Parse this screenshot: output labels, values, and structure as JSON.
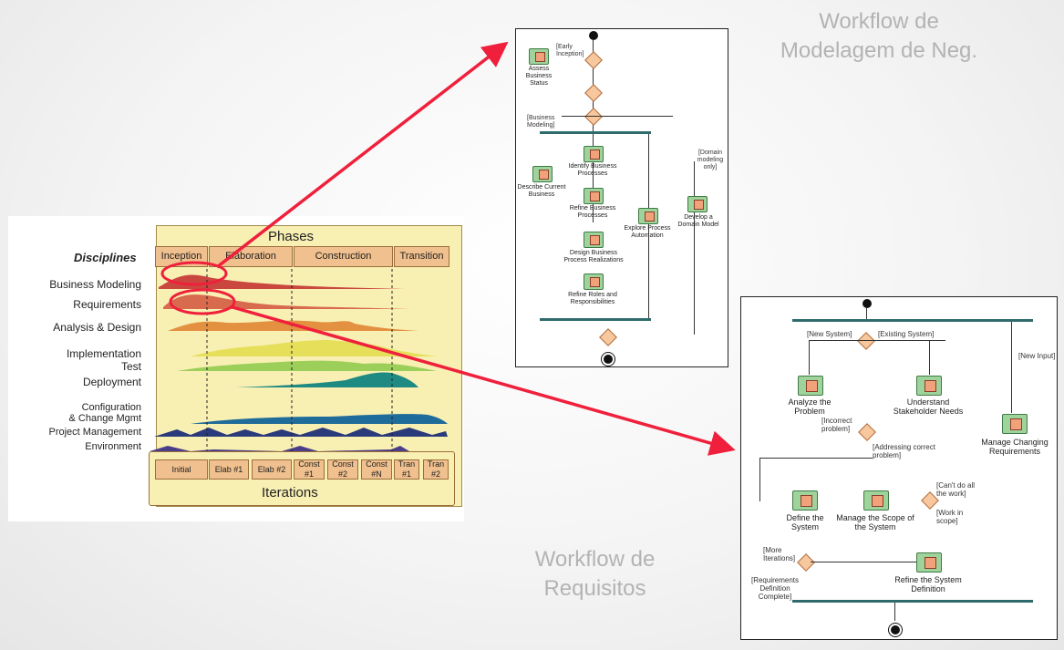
{
  "titles": {
    "business_modeling": [
      "Workflow de",
      "Modelagem de Neg."
    ],
    "requirements": [
      "Workflow de",
      "Requisitos"
    ]
  },
  "rup": {
    "phases_title": "Phases",
    "disciplines_header": "Disciplines",
    "phases": [
      "Inception",
      "Elaboration",
      "Construction",
      "Transition"
    ],
    "disciplines": [
      "Business Modeling",
      "Requirements",
      "Analysis & Design",
      "Implementation",
      "Test",
      "Deployment",
      "Configuration",
      "& Change Mgmt",
      "Project Management",
      "Environment"
    ],
    "iterations_title": "Iterations",
    "iterations": [
      [
        "Initial"
      ],
      [
        "Elab #1"
      ],
      [
        "Elab #2"
      ],
      [
        "Const",
        "#1"
      ],
      [
        "Const",
        "#2"
      ],
      [
        "Const",
        "#N"
      ],
      [
        "Tran",
        "#1"
      ],
      [
        "Tran",
        "#2"
      ]
    ]
  },
  "bm_workflow": {
    "guards": {
      "early_inception": "[Early Inception]",
      "business_modeling": "[Business Modeling]",
      "domain_modeling": "[Domain modeling only]"
    },
    "activities": {
      "assess": "Assess Business Status",
      "describe": "Describe Current Business",
      "identify": "Identify Business Processes",
      "refine_processes": "Refine Business Processes",
      "design": "Design Business Process Realizations",
      "refine_roles": "Refine Roles and Responsibilities",
      "explore": "Explore Process Automation",
      "develop": "Develop a Domain Model"
    }
  },
  "req_workflow": {
    "guards": {
      "new_system": "[New System]",
      "existing_system": "[Existing System]",
      "new_input": "[New Input]",
      "incorrect": "[Incorrect problem]",
      "addressing": "[Addressing correct problem]",
      "cant_do": "[Can't do all the work]",
      "work_in_scope": "[Work in scope]",
      "more_iterations": "[More Iterations]",
      "complete": "[Requirements Definition Complete]"
    },
    "activities": {
      "analyze": "Analyze the Problem",
      "understand": "Understand Stakeholder Needs",
      "manage_changing": "Manage Changing Requirements",
      "define": "Define the System",
      "manage_scope": "Manage the Scope of the System",
      "refine": "Refine the System Definition"
    }
  },
  "colors": {
    "arrow": "#f0203c",
    "title": "#b3b3b3"
  }
}
